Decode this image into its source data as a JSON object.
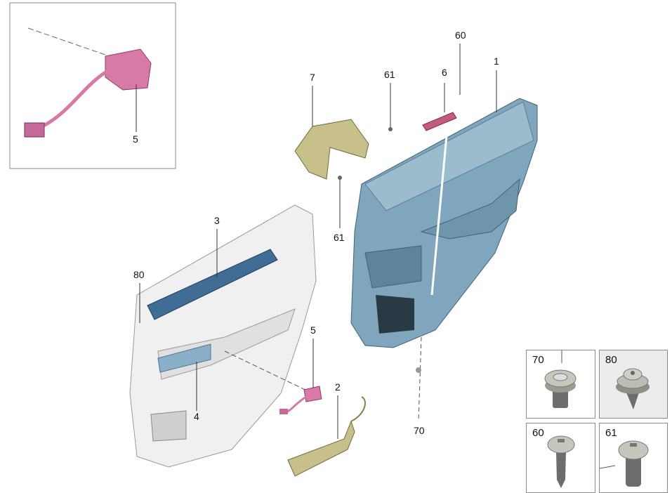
{
  "callouts": {
    "inset_5": "5",
    "part_1": "1",
    "part_60": "60",
    "part_6": "6",
    "part_61_top": "61",
    "part_7": "7",
    "part_61_bottom": "61",
    "part_3": "3",
    "part_80": "80",
    "part_5": "5",
    "part_2": "2",
    "part_4": "4",
    "part_70": "70"
  },
  "fastener_boxes": [
    {
      "label": "70"
    },
    {
      "label": "80"
    },
    {
      "label": "60"
    },
    {
      "label": "61"
    }
  ],
  "colors": {
    "door_panel_blue": "#7fa6bd",
    "switch_pink": "#d77aa8",
    "bracket_gold": "#c8c08a",
    "panel_outline_white": "#eeeeee"
  }
}
